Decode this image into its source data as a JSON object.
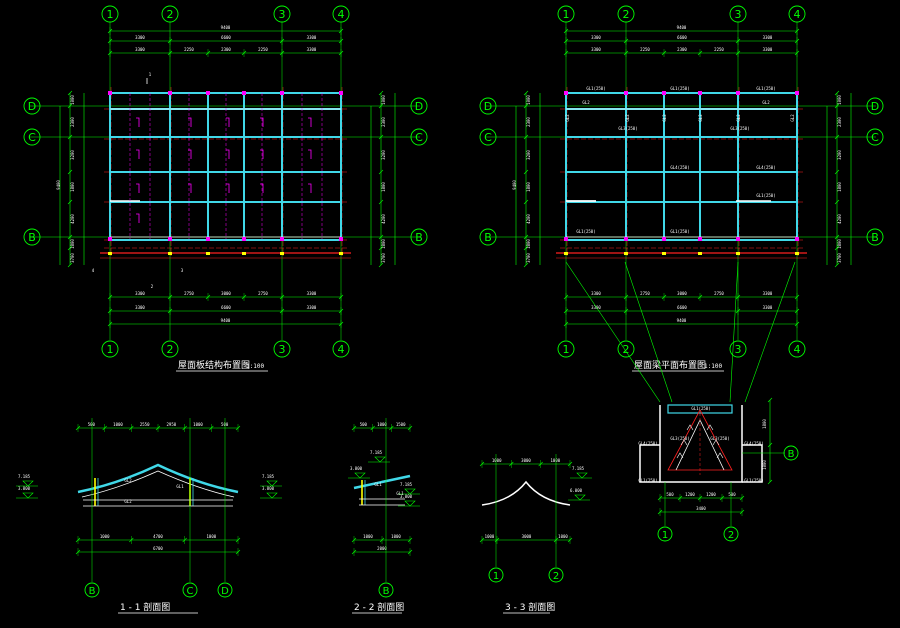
{
  "colors": {
    "background": "#000000",
    "dimension": "#00ff00",
    "grid_axis": "#ff2020",
    "beam": "#40d8e8",
    "column": "#ff00ff",
    "text": "#ffffff",
    "accent": "#ffff00"
  },
  "plan_left": {
    "title": "屋面板结构布置图",
    "scale": "1:100",
    "col_axes": [
      "1",
      "2",
      "3",
      "4"
    ],
    "row_axes": [
      "D",
      "C",
      "B"
    ],
    "dims_top": {
      "total": "9400",
      "row2": [
        "3300",
        "6600",
        "3300"
      ],
      "row3": [
        "3300",
        "2250",
        "2300",
        "2250",
        "3300"
      ]
    },
    "dims_bottom": {
      "row1": [
        "3300",
        "2750",
        "3000",
        "2750",
        "3300"
      ],
      "row2": [
        "3300",
        "6600",
        "3300"
      ],
      "total": "9400"
    },
    "dims_left": [
      "1000",
      "2300",
      "3200",
      "1800",
      "4200",
      "1800",
      "3700"
    ],
    "total_side": "9400",
    "sec_marks": [
      "1",
      "2",
      "3"
    ]
  },
  "plan_right": {
    "title": "屋面梁平面布置图",
    "scale": "1:100",
    "col_axes": [
      "1",
      "2",
      "3",
      "4"
    ],
    "row_axes": [
      "D",
      "C",
      "B"
    ],
    "dims_top": {
      "total": "9400",
      "row2": [
        "3300",
        "6600",
        "3300"
      ],
      "row3": [
        "3300",
        "2250",
        "2300",
        "2250",
        "3300"
      ]
    },
    "dims_bottom": {
      "row1": [
        "3300",
        "2750",
        "3000",
        "2750",
        "3300"
      ],
      "row2": [
        "3300",
        "6600",
        "3300"
      ],
      "total": "9400"
    },
    "beam_labels": [
      "GL1(250)",
      "GL1(250)",
      "GL1(250)",
      "GL2",
      "GL2",
      "GL3(250)",
      "GL3(250)",
      "GL4(250)",
      "GL4(250)",
      "GL1(250)",
      "GL1(250)",
      "GL1(250)"
    ]
  },
  "section_1": {
    "title": "1 - 1 剖面图",
    "axes": [
      "B",
      "C",
      "D"
    ],
    "top_dims": [
      "500",
      "1000",
      "2550",
      "2950",
      "1000",
      "500"
    ],
    "bottom_dims": [
      "1000",
      "4700",
      "1000"
    ],
    "total": "6700",
    "levels": [
      "7.185",
      "3.800",
      "7.185",
      "3.800"
    ],
    "beams": [
      "GL2",
      "GL1",
      "GL2"
    ]
  },
  "section_2": {
    "title": "2 - 2 剖面图",
    "axes": [
      "B"
    ],
    "top_dims": [
      "500",
      "1000",
      "1500"
    ],
    "bottom_dims": [
      "1000",
      "1000"
    ],
    "total": "2000",
    "levels": [
      "7.185",
      "3.800",
      "7.185",
      "3.800"
    ],
    "beams": [
      "GL1",
      "GL1"
    ]
  },
  "section_3": {
    "title": "3 - 3 剖面图",
    "axes": [
      "1",
      "2"
    ],
    "top_dims": [
      "1000",
      "3000",
      "1000"
    ],
    "levels": [
      "7.185",
      "6.000"
    ]
  },
  "detail": {
    "axes": [
      "1",
      "2"
    ],
    "row_axis": "B",
    "top_label": "GL1(250)",
    "labels": [
      "GL4(250)",
      "GL4(250)",
      "GL1(250)",
      "GL1(250)",
      "GL3(250)",
      "GL3(250)"
    ],
    "dims_bottom": [
      "500",
      "1200",
      "1200",
      "500"
    ],
    "total": "3400",
    "side_dims": [
      "1800",
      "1000"
    ]
  }
}
